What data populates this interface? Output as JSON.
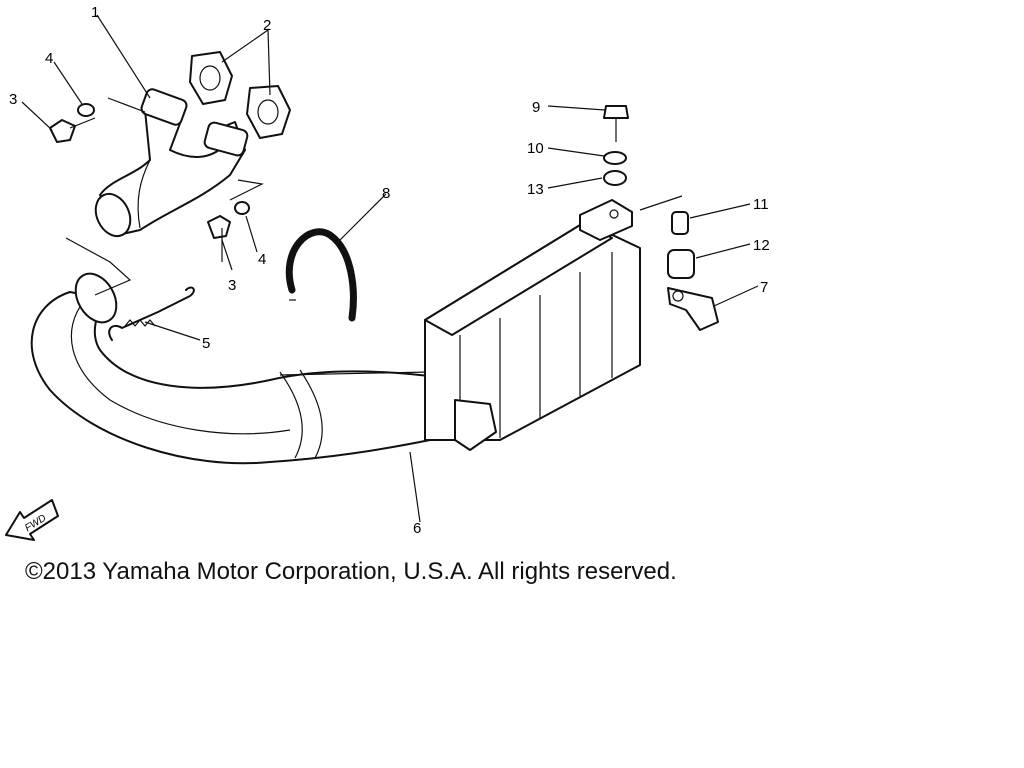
{
  "callouts": {
    "c1": "1",
    "c2": "2",
    "c3a": "3",
    "c3b": "3",
    "c4a": "4",
    "c4b": "4",
    "c5": "5",
    "c6": "6",
    "c7": "7",
    "c8": "8",
    "c9": "9",
    "c10": "10",
    "c11": "11",
    "c12": "12",
    "c13": "13"
  },
  "fwd_label": "FWD",
  "copyright": "©2013 Yamaha Motor Corporation, U.S.A. All rights reserved."
}
